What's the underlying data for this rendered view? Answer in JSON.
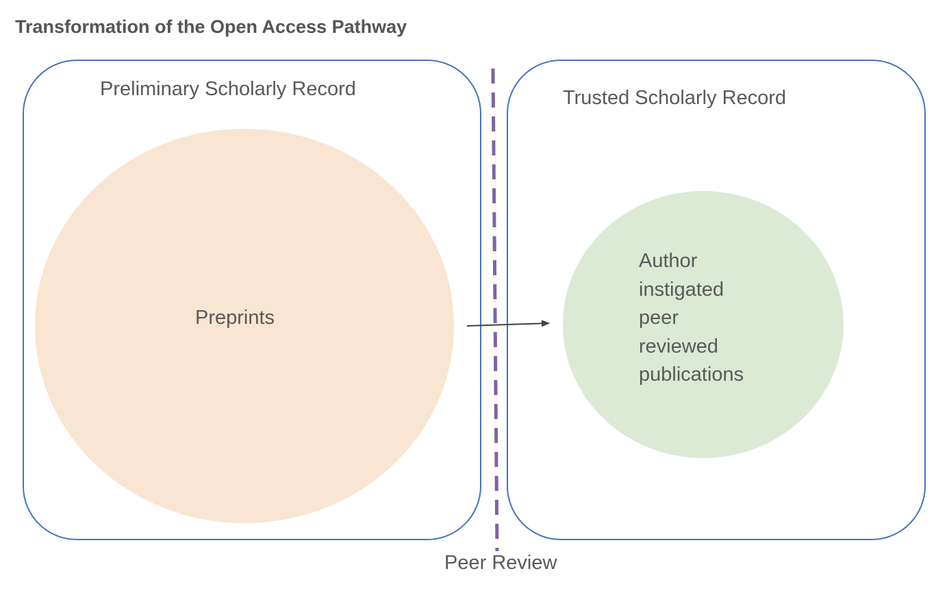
{
  "title": "Transformation of the Open Access Pathway",
  "left_box": {
    "label": "Preliminary Scholarly Record",
    "circle_label": "Preprints"
  },
  "right_box": {
    "label": "Trusted Scholarly Record",
    "circle_lines": [
      "Author",
      "instigated",
      "peer",
      "reviewed",
      "publications"
    ]
  },
  "divider": {
    "label": "Peer Review"
  },
  "colors": {
    "box_border": "#4472C4",
    "left_circle_fill": "#F8E5D2",
    "right_circle_fill": "#DCE9D5",
    "divider_dash": "#8064A2",
    "arrow": "#404040",
    "text": "#595959"
  }
}
